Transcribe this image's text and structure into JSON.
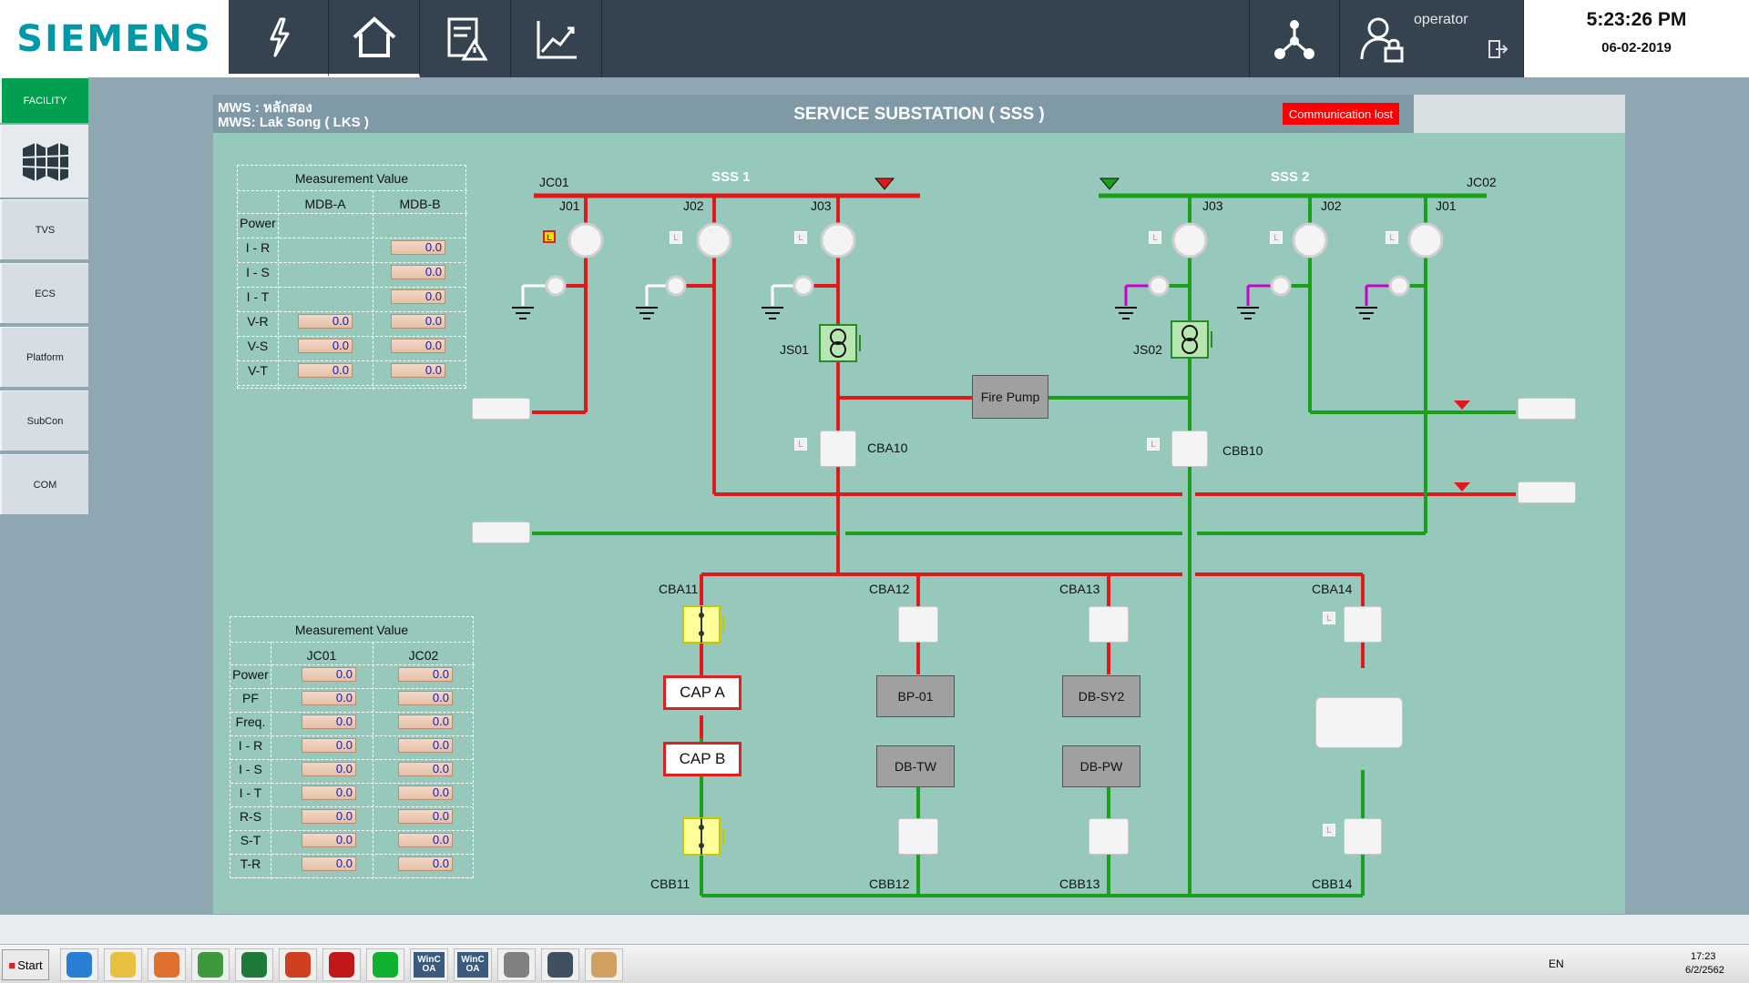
{
  "brand": {
    "logo": "SIEMENS"
  },
  "nav": {
    "items": [
      {
        "name": "power-icon"
      },
      {
        "name": "home-icon"
      },
      {
        "name": "alarm-report-icon"
      },
      {
        "name": "trend-icon"
      }
    ],
    "network_icon": "network-icon",
    "user_icon": "user-lock-icon",
    "logout_icon": "logout-icon"
  },
  "user": {
    "name": "operator"
  },
  "clock": {
    "time": "5:23:26 PM",
    "date": "06-02-2019"
  },
  "sidebar": {
    "facility": "FACILITY",
    "map_icon": "map-icon",
    "items": [
      "TVS",
      "ECS",
      "Platform",
      "SubCon",
      "COM"
    ]
  },
  "panel": {
    "mws_thai": "MWS : หลักสอง",
    "mws_en": "MWS: Lak Song ( LKS )",
    "title": "SERVICE SUBSTATION ( SSS )",
    "comm_status": "Communication lost"
  },
  "table_mdb": {
    "title": "Measurement Value",
    "columns": [
      "MDB-A",
      "MDB-B"
    ],
    "rows": [
      {
        "label": "Power",
        "a": null,
        "b": null
      },
      {
        "label": "I - R",
        "a": null,
        "b": "0.0"
      },
      {
        "label": "I - S",
        "a": null,
        "b": "0.0"
      },
      {
        "label": "I - T",
        "a": null,
        "b": "0.0"
      },
      {
        "label": "V-R",
        "a": "0.0",
        "b": "0.0"
      },
      {
        "label": "V-S",
        "a": "0.0",
        "b": "0.0"
      },
      {
        "label": "V-T",
        "a": "0.0",
        "b": "0.0"
      }
    ]
  },
  "table_jc": {
    "title": "Measurement Value",
    "columns": [
      "JC01",
      "JC02"
    ],
    "rows": [
      {
        "label": "Power",
        "a": "0.0",
        "b": "0.0"
      },
      {
        "label": "PF",
        "a": "0.0",
        "b": "0.0"
      },
      {
        "label": "Freq.",
        "a": "0.0",
        "b": "0.0"
      },
      {
        "label": "I - R",
        "a": "0.0",
        "b": "0.0"
      },
      {
        "label": "I - S",
        "a": "0.0",
        "b": "0.0"
      },
      {
        "label": "I - T",
        "a": "0.0",
        "b": "0.0"
      },
      {
        "label": "R-S",
        "a": "0.0",
        "b": "0.0"
      },
      {
        "label": "S-T",
        "a": "0.0",
        "b": "0.0"
      },
      {
        "label": "T-R",
        "a": "0.0",
        "b": "0.0"
      }
    ]
  },
  "diagram": {
    "bus1": "SSS 1",
    "bus2": "SSS 2",
    "jc01": "JC01",
    "jc02": "JC02",
    "j01": "J01",
    "j02": "J02",
    "j03": "J03",
    "js01": "JS01",
    "js02": "JS02",
    "fire_pump": "Fire Pump",
    "cba10": "CBA10",
    "cbb10": "CBB10",
    "cba11": "CBA11",
    "cba12": "CBA12",
    "cba13": "CBA13",
    "cba14": "CBA14",
    "cbb11": "CBB11",
    "cbb12": "CBB12",
    "cbb13": "CBB13",
    "cbb14": "CBB14",
    "cap_a": "CAP A",
    "cap_b": "CAP B",
    "bp01": "BP-01",
    "db_sy2": "DB-SY2",
    "db_tw": "DB-TW",
    "db_pw": "DB-PW",
    "badge_l": "L",
    "colors": {
      "energized": "#e01a1a",
      "deenergized": "#1aa01a",
      "earth": "#cc00cc"
    }
  },
  "taskbar": {
    "start": "Start",
    "apps": [
      {
        "name": "ie-icon"
      },
      {
        "name": "folder-icon"
      },
      {
        "name": "media-player-icon"
      },
      {
        "name": "chrome-icon"
      },
      {
        "name": "excel-icon"
      },
      {
        "name": "office-icon"
      },
      {
        "name": "acrobat-icon"
      },
      {
        "name": "line-icon"
      },
      {
        "name": "wincc-icon",
        "label": "WinC OA"
      },
      {
        "name": "wincc-icon-2",
        "label": "WinC OA"
      },
      {
        "name": "log-viewer-icon"
      },
      {
        "name": "remote-icon"
      },
      {
        "name": "paint-icon"
      }
    ],
    "lang": "EN",
    "time": "17:23",
    "date": "6/2/2562"
  }
}
